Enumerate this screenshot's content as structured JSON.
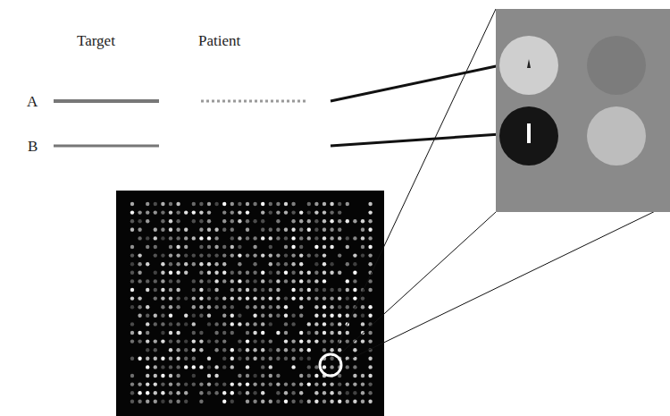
{
  "diagram": {
    "labels": [
      "Target",
      "Patient",
      "A",
      "B"
    ]
  }
}
